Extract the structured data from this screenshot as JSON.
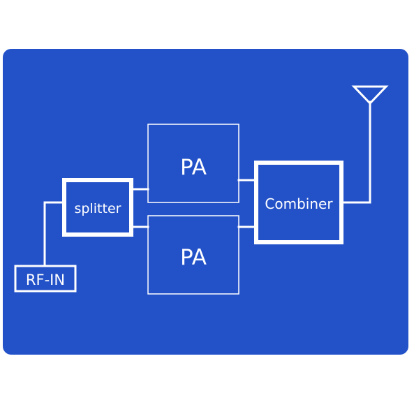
{
  "diagram": {
    "colors": {
      "background": "#2352c8",
      "stroke": "#ffffff"
    },
    "blocks": {
      "rf_in": "RF-IN",
      "splitter": "splitter",
      "pa_top": "PA",
      "pa_bottom": "PA",
      "combiner": "Combiner"
    },
    "icons": {
      "antenna": "antenna-icon"
    }
  }
}
